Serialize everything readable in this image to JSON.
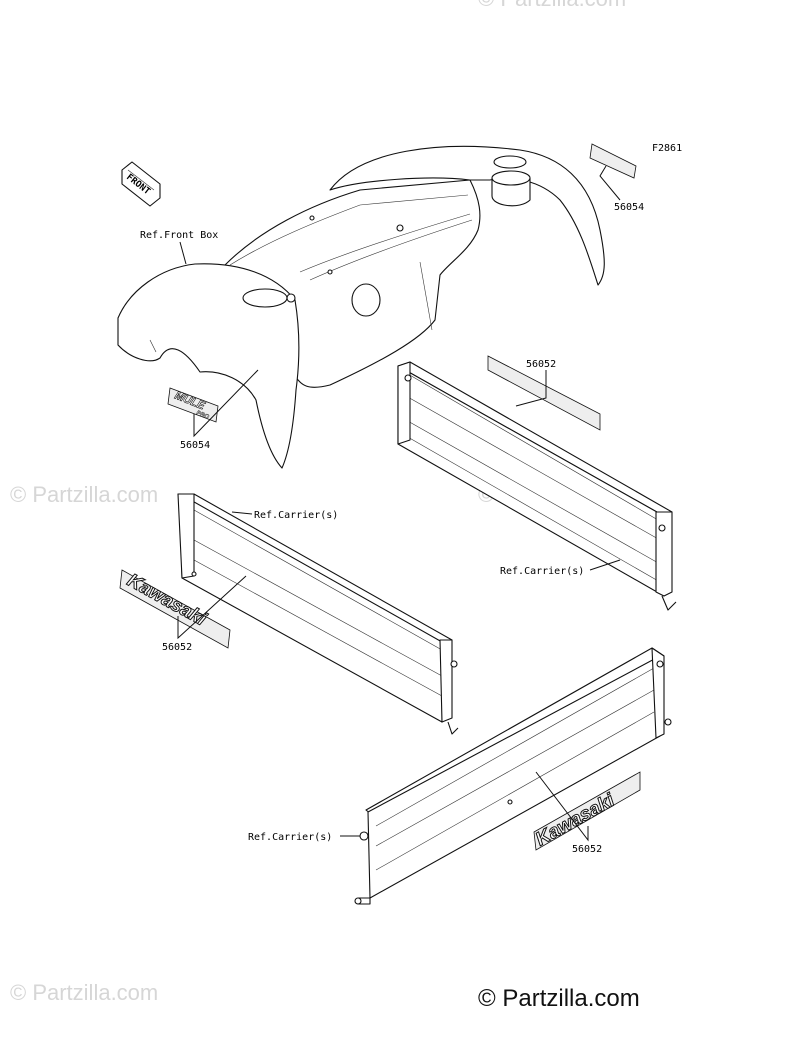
{
  "diagram_code": "F2861",
  "front_arrow_label": "FRONT",
  "callouts": {
    "label_56054_top": "56054",
    "label_56054_left": "56054",
    "label_56052_top": "56052",
    "label_56052_left": "56052",
    "label_56052_bottom": "56052",
    "ref_front_box": "Ref.Front Box",
    "ref_carrier_left": "Ref.Carrier(s)",
    "ref_carrier_right": "Ref.Carrier(s)",
    "ref_carrier_bottom": "Ref.Carrier(s)"
  },
  "decal_text": {
    "kawasaki": "Kawasaki",
    "mule": "MULE",
    "mule_sub": "PRO"
  },
  "watermarks": {
    "top": "© Partzilla.com",
    "left_mid": "© Partzilla.com",
    "center_mid": "© Partzilla.com",
    "bottom_left": "© Partzilla.com",
    "bottom_main": "© Partzilla.com"
  },
  "colors": {
    "line": "#111111",
    "watermark": "#d6d6d6"
  }
}
